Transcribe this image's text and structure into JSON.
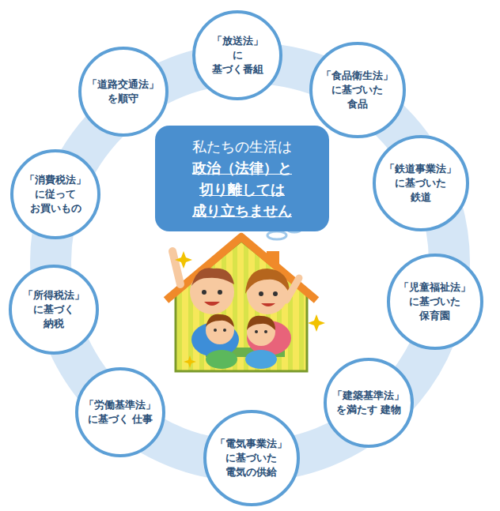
{
  "diagram": {
    "nodes": [
      {
        "text": [
          "私たちの生活は",
          "政治（法律）と 切り離しては 成り立ちません"
        ]
      },
      {
        "text": [
          "「放送法」に 基づく番組"
        ]
      },
      {
        "text": [
          "「食品衛生法」 に基づいた 食品"
        ]
      },
      {
        "text": [
          "「鉄道事業法」 に基づいた 鉄道"
        ]
      },
      {
        "text": [
          "「児童福祉法」 に基づいた 保育園"
        ]
      },
      {
        "text": [
          "「建築基準法」 を満たす 建物"
        ]
      },
      {
        "text": [
          "「電気事業法」 に基づいた 電気の供給"
        ]
      },
      {
        "text": [
          "「労働基準法」 に基づく 仕事"
        ]
      },
      {
        "text": [
          "「所得税法」 に基づく 納税"
        ]
      },
      {
        "text": [
          "「消費税法」 に従って お買いもの"
        ]
      },
      {
        "text": [
          "「道路交通法」 を順守"
        ]
      }
    ]
  }
}
